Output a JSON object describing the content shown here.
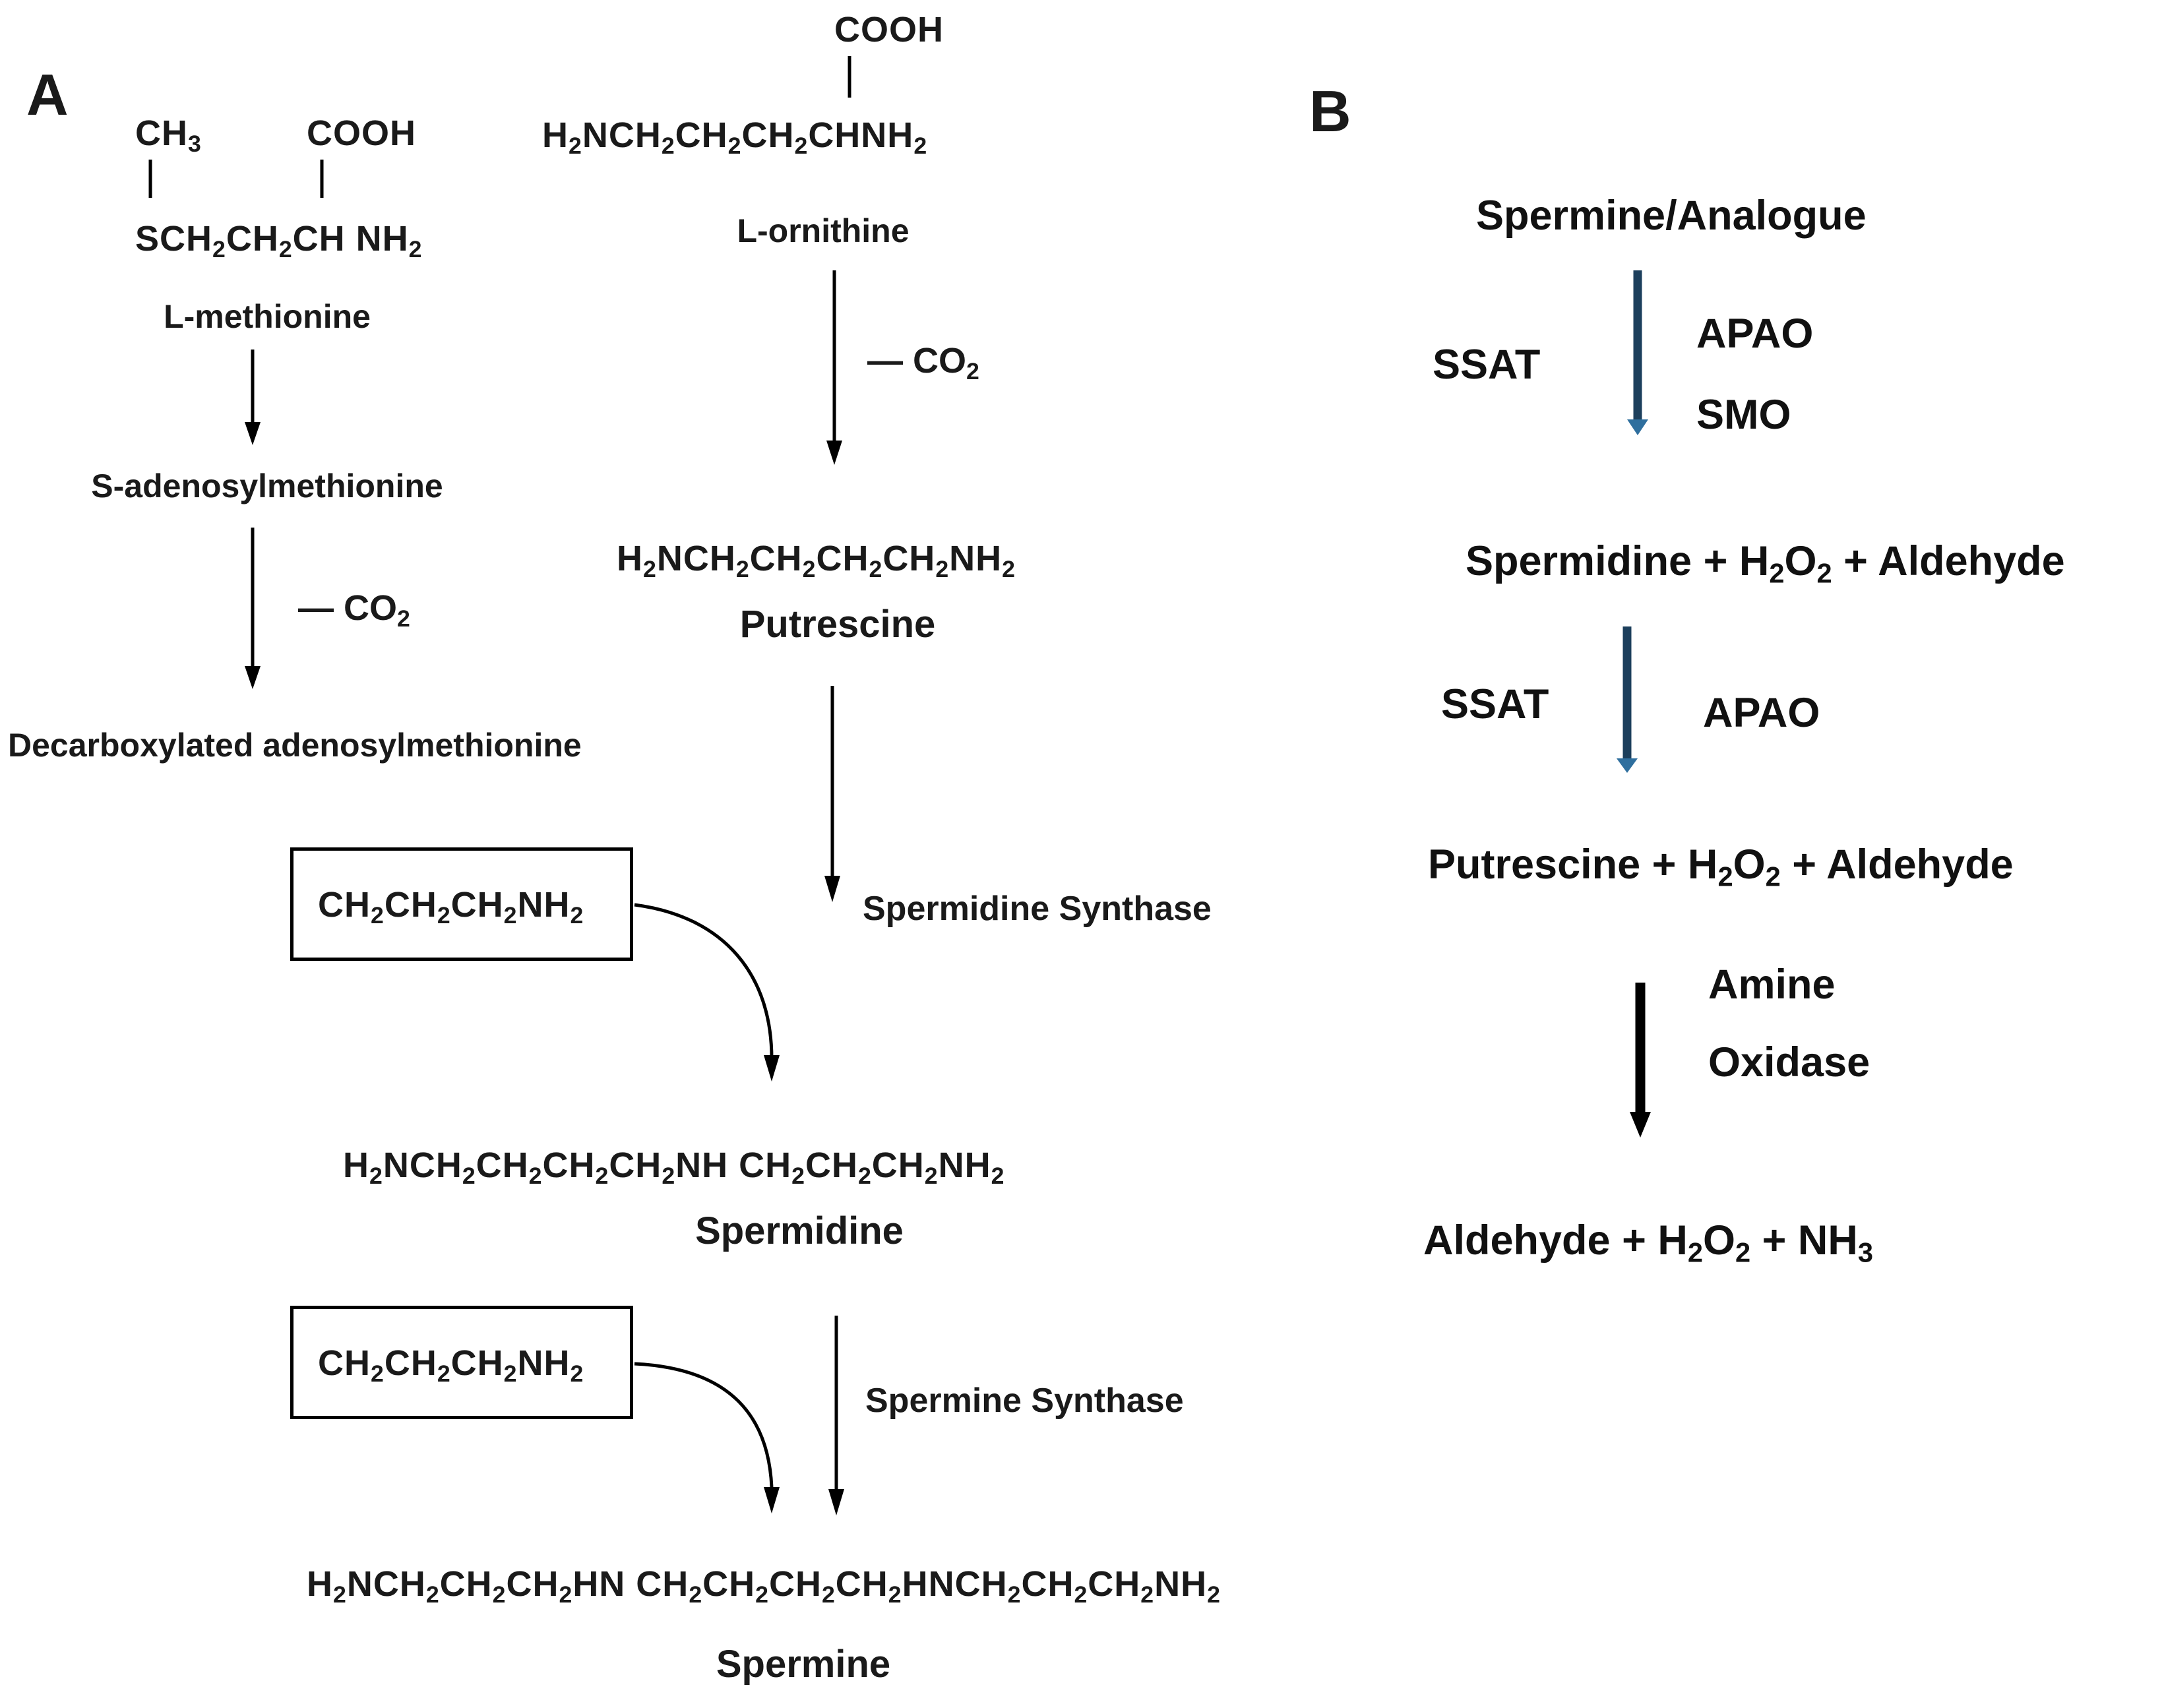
{
  "panelA": {
    "label": "A",
    "methionine": {
      "ch3": [
        "CH",
        "3"
      ],
      "cooh": "COOH",
      "formula": [
        "SCH",
        "2",
        "CH",
        "2",
        "CH NH",
        "2"
      ],
      "name": "L-methionine"
    },
    "sam": "S-adenosylmethionine",
    "co2_left": [
      "— CO",
      "2"
    ],
    "dcsam": "Decarboxylated adenosylmethionine",
    "ornithine": {
      "cooh": "COOH",
      "formula": [
        "H",
        "2",
        "NCH",
        "2",
        "CH",
        "2",
        "CH",
        "2",
        "CHNH",
        "2"
      ],
      "name": "L-ornithine"
    },
    "co2_right": [
      "— CO",
      "2"
    ],
    "putrescine": {
      "formula": [
        "H",
        "2",
        "NCH",
        "2",
        "CH",
        "2",
        "CH",
        "2",
        "CH",
        "2",
        "NH",
        "2"
      ],
      "name": "Putrescine"
    },
    "spermidine_synthase": "Spermidine Synthase",
    "aminopropyl_box": [
      "CH",
      "2",
      "CH",
      "2",
      "CH",
      "2",
      "NH",
      "2"
    ],
    "spermidine": {
      "formula": [
        "H",
        "2",
        "NCH",
        "2",
        "CH",
        "2",
        "CH",
        "2",
        "CH",
        "2",
        "NH CH",
        "2",
        "CH",
        "2",
        "CH",
        "2",
        "NH",
        "2"
      ],
      "name": "Spermidine"
    },
    "spermine_synthase": "Spermine Synthase",
    "spermine": {
      "formula": [
        "H",
        "2",
        "NCH",
        "2",
        "CH",
        "2",
        "CH",
        "2",
        "HN CH",
        "2",
        "CH",
        "2",
        "CH",
        "2",
        "CH",
        "2",
        "HNCH",
        "2",
        "CH",
        "2",
        "CH",
        "2",
        "NH",
        "2"
      ],
      "name": "Spermine"
    }
  },
  "panelB": {
    "label": "B",
    "step1": {
      "substrate": "Spermine/Analogue",
      "enzyme_left": "SSAT",
      "enzyme_right_1": "APAO",
      "enzyme_right_2": "SMO"
    },
    "step2": {
      "product": [
        "Spermidine + H",
        "2",
        "O",
        "2",
        " + Aldehyde"
      ],
      "enzyme_left": "SSAT",
      "enzyme_right": "APAO"
    },
    "step3": {
      "product": [
        "Putrescine + H",
        "2",
        "O",
        "2",
        " + Aldehyde"
      ],
      "enzyme_right_1": "Amine",
      "enzyme_right_2": "Oxidase"
    },
    "final": [
      "Aldehyde + H",
      "2",
      "O",
      "2",
      " + NH",
      "3"
    ],
    "arrow_colors": {
      "blue": "#2f6f9e",
      "black": "#000000"
    }
  }
}
